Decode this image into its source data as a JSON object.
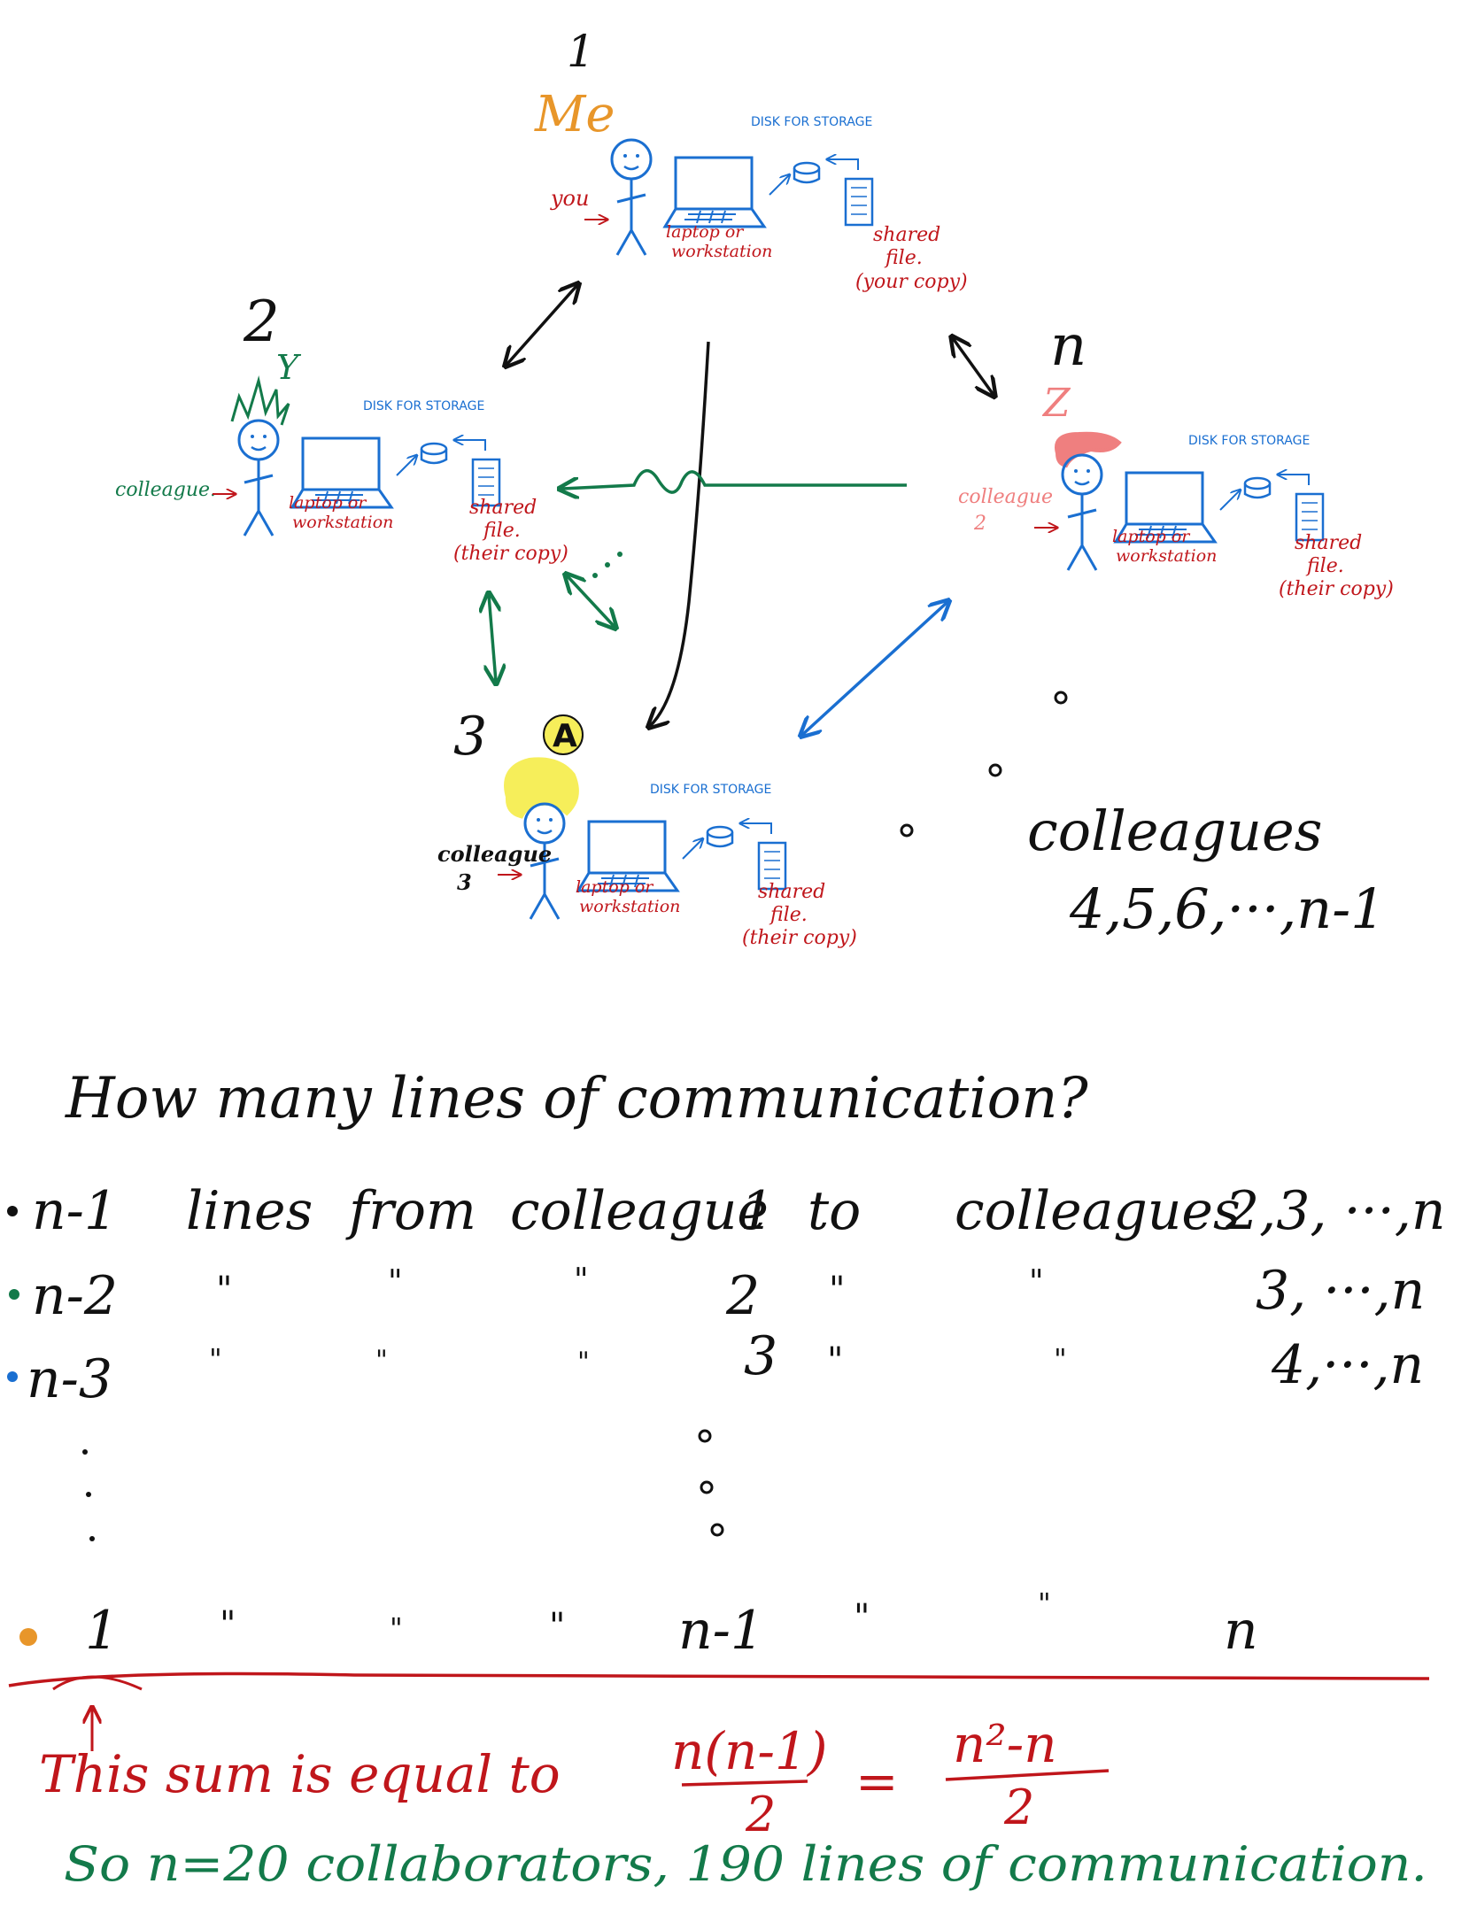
{
  "colors": {
    "blue": "#1a6fd1",
    "red": "#c0161b",
    "green": "#137a4a",
    "orange": "#e8962a",
    "pink": "#ef7f7f",
    "yellow": "#f6ee5a",
    "black": "#111111"
  },
  "nodes": {
    "me": {
      "number": "1",
      "letter": "Me",
      "person": "you",
      "device": [
        "laptop or",
        "workstation"
      ],
      "disk": "DISK FOR STORAGE",
      "file": [
        "shared",
        "file.",
        "(your copy)"
      ]
    },
    "c2": {
      "number": "2",
      "letter": "Y",
      "person": "colleague.",
      "device": [
        "laptop or",
        "workstation"
      ],
      "disk": "DISK FOR STORAGE",
      "file": [
        "shared",
        "file.",
        "(their copy)"
      ]
    },
    "c3": {
      "number": "3",
      "letter": "A",
      "person": [
        "colleague",
        "3"
      ],
      "device": [
        "laptop or",
        "workstation"
      ],
      "disk": "DISK FOR STORAGE",
      "file": [
        "shared",
        "file.",
        "(their copy)"
      ]
    },
    "cn": {
      "number": "n",
      "letter": "Z",
      "person": [
        "colleague",
        "2"
      ],
      "device": [
        "laptop or",
        "workstation"
      ],
      "disk": "DISK FOR STORAGE",
      "file": [
        "shared",
        "file.",
        "(their copy)"
      ]
    }
  },
  "others": [
    "colleagues",
    "4,5,6,···,n-1"
  ],
  "question": "How many lines of communication?",
  "rows": [
    {
      "count": "n-1",
      "c1": "lines",
      "c2": "from",
      "c3": "colleague",
      "from": "1",
      "c5": "to",
      "c6": "colleagues",
      "to": "2,3, ···,n"
    },
    {
      "count": "n-2",
      "c1": "\"",
      "c2": "\"",
      "c3": "\"",
      "from": "2",
      "c5": "\"",
      "c6": "\"",
      "to": "3, ···,n"
    },
    {
      "count": "n-3",
      "c1": "\"",
      "c2": "\"",
      "c3": "\"",
      "from": "3",
      "c5": "\"",
      "c6": "\"",
      "to": "4,···,n"
    },
    {
      "count": "1",
      "c1": "\"",
      "c2": "\"",
      "c3": "\"",
      "from": "n-1",
      "c5": "\"",
      "c6": "\"",
      "to": "n"
    }
  ],
  "bullet_colors": [
    "#111111",
    "#137a4a",
    "#1a6fd1",
    "#e8962a"
  ],
  "sum_text": "This sum is equal to",
  "formula1": {
    "num": "n(n-1)",
    "den": "2"
  },
  "eq": "=",
  "formula2": {
    "num": "n²-n",
    "den": "2"
  },
  "conclusion": "So n=20 collaborators, 190 lines of communication."
}
